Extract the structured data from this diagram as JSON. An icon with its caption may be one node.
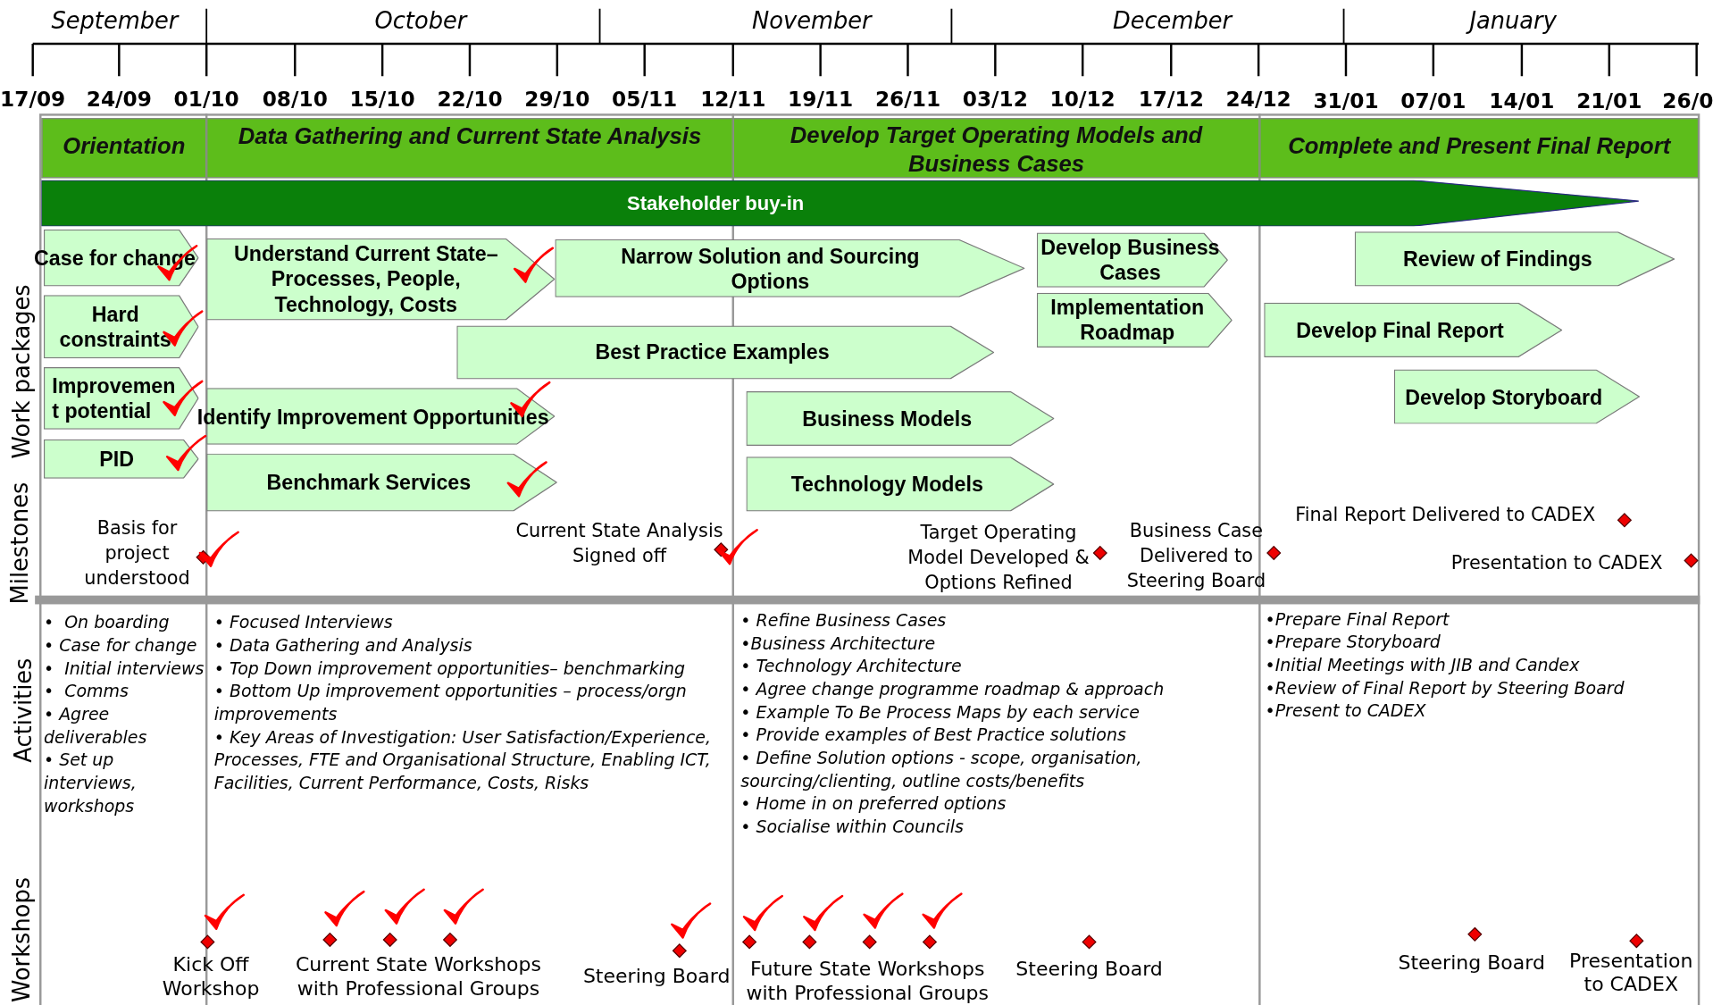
{
  "diagram": {
    "nodes": [
      {
        "text": [
          "Orientation"
        ]
      },
      {
        "text": [
          "Data Gathering and Current State Analysis"
        ]
      },
      {
        "text": [
          "Develop Target Operating Models and Business Cases"
        ]
      },
      {
        "text": [
          "Complete and Present Final Report"
        ]
      },
      {
        "text": [
          "Stakeholder buy-in"
        ]
      },
      {
        "text": [
          "Case for change"
        ]
      },
      {
        "text": [
          "Hard constraints"
        ]
      },
      {
        "text": [
          "Improvement potential"
        ]
      },
      {
        "text": [
          "PID"
        ]
      },
      {
        "text": [
          "Understand Current State– Processes, People, Technology, Costs"
        ]
      },
      {
        "text": [
          "Narrow Solution and Sourcing Options"
        ]
      },
      {
        "text": [
          "Best Practice Examples"
        ]
      },
      {
        "text": [
          "Identify Improvement Opportunities"
        ]
      },
      {
        "text": [
          "Benchmark  Services"
        ]
      },
      {
        "text": [
          "Business Models"
        ]
      },
      {
        "text": [
          "Technology  Models"
        ]
      },
      {
        "text": [
          "Develop Business Cases"
        ]
      },
      {
        "text": [
          "Implementation Roadmap"
        ]
      },
      {
        "text": [
          "Review of Findings"
        ]
      },
      {
        "text": [
          "Develop Final Report"
        ]
      },
      {
        "text": [
          "Develop Storyboard"
        ]
      }
    ],
    "labels": [
      "September",
      "October",
      "November",
      "December",
      "January",
      "17/09",
      "24/09",
      "01/10",
      "08/10",
      "15/10",
      "22/10",
      "29/10",
      "05/11",
      "12/11",
      "19/11",
      "26/11",
      "03/12",
      "10/12",
      "17/12",
      "24/12",
      "31/01",
      "07/01",
      "14/01",
      "21/01",
      "26/0",
      "Work packages",
      "Milestones",
      "Basis for project understood",
      "Current State Analysis Signed off",
      "Target Operating Model Developed & Options Refined",
      "Business Case Delivered to Steering Board",
      "Final Report Delivered to CADEX",
      "Presentation to CADEX",
      "Activities",
      "•  On boarding",
      "• Case for change",
      "•  Initial interviews",
      "•  Comms",
      "• Agree deliverables",
      "• Set up interviews, workshops",
      "• Focused Interviews",
      "• Data Gathering and Analysis",
      "• Top Down improvement opportunities– benchmarking",
      "• Bottom Up improvement opportunities – process/orgn improvements",
      "• Key Areas of Investigation: User Satisfaction/Experience,  Processes, FTE and Organisational Structure, Enabling ICT, Facilities, Current Performance, Costs, Risks",
      "• Refine Business Cases",
      "•Business Architecture",
      "• Technology Architecture",
      "• Agree change programme roadmap & approach",
      "• Example To Be Process Maps by each service",
      "• Provide examples of Best Practice solutions",
      "• Define Solution options - scope, organisation, sourcing/clienting, outline costs/benefits",
      "• Home in on preferred options",
      "• Socialise within Councils",
      "•Prepare Final Report",
      "•Prepare Storyboard",
      "•Initial Meetings with JIB and Candex",
      "•Review of Final Report by Steering Board",
      "•Present to CADEX",
      "Workshops",
      "Kick Off Workshop",
      "Current State Workshops with Professional Groups",
      "Steering Board",
      "Future State Workshops with Professional Groups",
      "Steering Board",
      "Steering Board",
      "Presentation to CADEX"
    ]
  }
}
